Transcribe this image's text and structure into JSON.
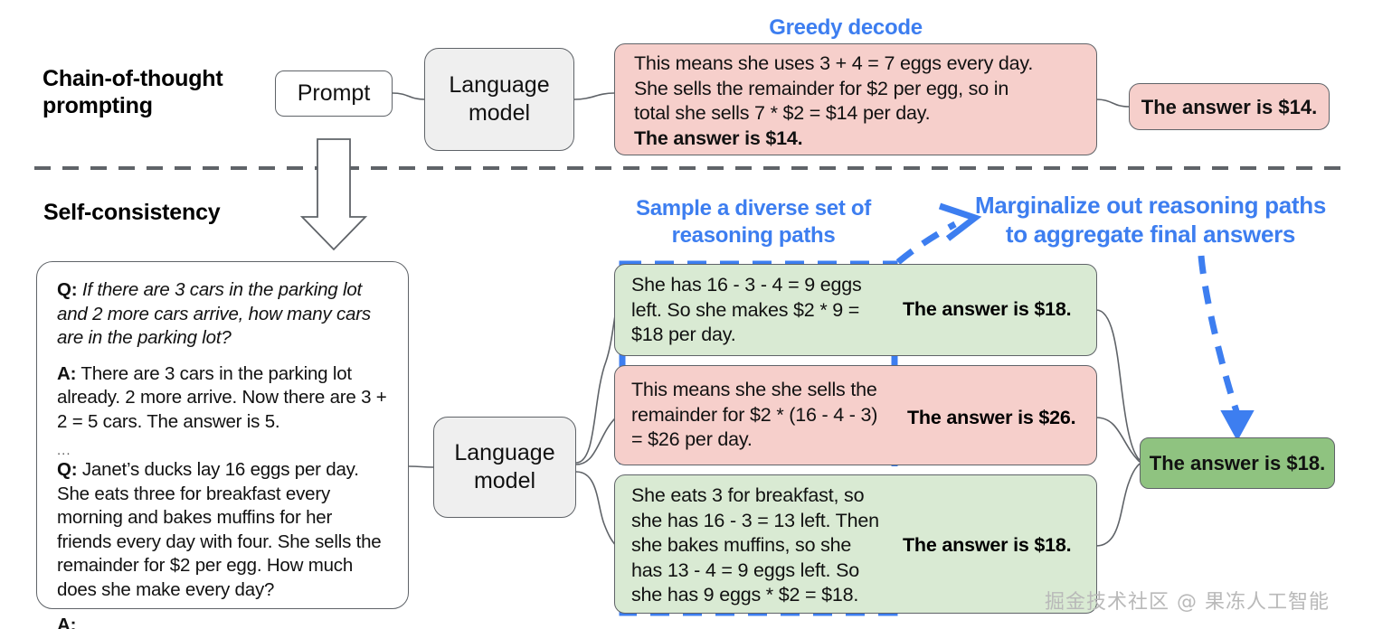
{
  "figure": {
    "sections": [
      {
        "id": "cot",
        "title": "Chain-of-thought\nprompting"
      },
      {
        "id": "sc",
        "title": "Self-consistency"
      }
    ]
  },
  "colors": {
    "accent_blue": "#3d7ef0",
    "pink_fill": "#f6cfcb",
    "light_green_fill": "#d9ead3",
    "dark_green_fill": "#8fc380",
    "gray_fill": "#efefef",
    "stroke": "#5f6368"
  },
  "cot": {
    "title_line1": "Chain-of-thought",
    "title_line2": "prompting",
    "prompt_node": "Prompt",
    "model_node_line1": "Language",
    "model_node_line2": "model",
    "caption": "Greedy decode",
    "output": {
      "line1": "This means she uses 3 + 4 = 7 eggs every day.",
      "line2": "She sells the remainder for $2 per egg, so in",
      "line3": "total she sells 7 * $2 = $14 per day.",
      "line4_bold": "The answer is $14."
    },
    "final_answer": "The answer is $14."
  },
  "sc": {
    "title": "Self-consistency",
    "caption_sample_line1": "Sample a diverse set of",
    "caption_sample_line2": "reasoning paths",
    "caption_marginalize_line1": "Marginalize out reasoning paths",
    "caption_marginalize_line2": "to aggregate final answers",
    "model_node_line1": "Language",
    "model_node_line2": "model",
    "prompt_card": {
      "q1_label": "Q:",
      "q1_text": "If there are 3 cars in the parking lot and 2 more cars arrive, how many cars are in the parking lot?",
      "a1_label": "A:",
      "a1_text": "There are 3 cars in the parking lot already. 2 more arrive. Now there are 3 + 2 = 5 cars. The answer is 5.",
      "ellipsis": "...",
      "q2_label": "Q:",
      "q2_text": "Janet’s ducks lay 16 eggs per day. She eats three for breakfast every morning and bakes muffins for her friends every day with four. She sells the remainder for $2 per egg. How much does she make every day?",
      "a2_label": "A:"
    },
    "paths": [
      {
        "id": "path-1",
        "color": "green",
        "reason_lines": [
          "She has 16 - 3 - 4 = 9 eggs",
          "left. So she makes $2 * 9 =",
          "$18 per day."
        ],
        "answer": "The answer is $18."
      },
      {
        "id": "path-2",
        "color": "pink",
        "reason_lines": [
          "This means she she sells the",
          "remainder for $2 * (16 - 4 - 3)",
          "= $26 per day."
        ],
        "answer": "The answer is $26."
      },
      {
        "id": "path-3",
        "color": "green",
        "reason_lines": [
          "She eats 3 for breakfast, so",
          "she has 16 - 3 = 13 left. Then",
          "she bakes muffins, so she",
          "has 13 - 4 = 9 eggs left. So",
          "she has 9 eggs * $2 = $18."
        ],
        "answer": "The answer is $18."
      }
    ],
    "aggregated_answer": "The answer is $18."
  },
  "watermark": "掘金技术社区 @ 果冻人工智能"
}
